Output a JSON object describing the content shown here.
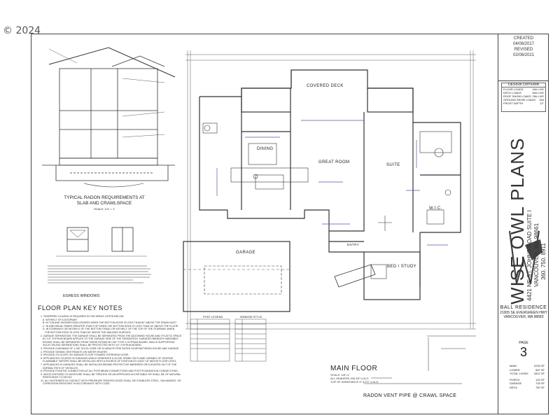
{
  "watermark": {
    "copyright": "© 2024"
  },
  "title_block": {
    "created_label": "CREATED",
    "created_date": "04/08/2017",
    "revised_label": "REVISED",
    "revised_date": "02/08/2021",
    "criteria_title": "DESIGN CRITERIA",
    "criteria": [
      {
        "label": "FLOOR LOADS",
        "value": "40# LIVE"
      },
      {
        "label": "DECK LOADS",
        "value": "60# LIVE"
      },
      {
        "label": "ROOF SNOW LOADS",
        "value": "25# LIVE"
      },
      {
        "label": "GROUND SNOW LOADS",
        "value": "25#"
      },
      {
        "label": "FROST DEPTH",
        "value": "12\""
      }
    ],
    "company": "WISE OWL PLANS",
    "company_address_1": "4421 NE ST. JOHNS ROAD SUITE I",
    "company_address_2": "VANCOUVER, WA 98661",
    "company_phone": "360. 750. 8911",
    "project_name": "BALL RESIDENCE",
    "project_address_1": "21005 SE EVERGREEN HWY",
    "project_address_2": "VANCOUVER, WA 98683",
    "page_label": "PAGE",
    "page_number": "3",
    "areas": [
      {
        "label": "MAIN",
        "value": "2225 SF"
      },
      {
        "label": "LOWER",
        "value": "587 SF"
      },
      {
        "label": "TOTAL LIVING",
        "value": "2812 SF"
      },
      {
        "label": "PORCH",
        "value": "120 SF"
      },
      {
        "label": "GARAGE",
        "value": "725 SF"
      },
      {
        "label": "DECK",
        "value": "750 SF"
      }
    ]
  },
  "plan": {
    "rooms": {
      "covered_deck": "COVERED DECK",
      "dining": "DINING",
      "great_room": "GREAT ROOM",
      "suite": "SUITE",
      "wic": "W.I.C.",
      "garage": "GARAGE",
      "bed_study": "BED / STUDY",
      "entry": "ENTRY"
    },
    "main_title": "MAIN FLOOR",
    "main_scale": "SCALE: 1/8\"=1'",
    "main_note_1": "ALL HEADERS 4X8 DF U.N.O.",
    "main_note_2": "TOP OF WINDOWS 8'-0\" A.F.F. U.N.O.",
    "radon_title": "RADON VENT PIPE @ CRAWL SPACE",
    "section_caption_1": "TYPICAL RADON REQUIREMENTS AT",
    "section_caption_2": "SLAB AND CRAWLSPACE",
    "section_scale": "SCALE: 1/4\" = 1'",
    "egress_label": "EGRESS WINDOWS",
    "post_legend_title": "POST LEGEND",
    "window_legend_title": "WINDOW STYLE"
  },
  "notes": {
    "title": "FLOOR PLAN KEY NOTES",
    "items": [
      "1. TEMPERED GLAZING IS REQUIRED IN THE AREAS LISTED BELOW:",
      "   A. WITHIN 2' OF A DOORWAY",
      "   B. IN TUB AND SHOWER ENCLOSURES WHEN THE BOTTOM EDGE IS LESS THAN 60\" ABOVE THE DRAIN INLET",
      "   C. IN INDIVIDUAL PANES GREATER THAN 9 SF WHEN THE BOTTOM EDGE IS LESS THAN 18\" ABOVE THE FLOOR",
      "   D. IN STAIRWAYS OR WITHIN 5' OF THE BOTTOM TREAD OR WITHIN 3' OF THE TOP OF THE STAIRWAY WHEN",
      "      THE BOTTOM EDGE IS LESS THAN 60\" ABOVE THE WALKING SURFACE",
      "2. GARAGE SEPARATION: THE GARAGE SHALL BE SEPARATED FROM THE ADJOINING HOUSE AND ITS ATTIC SPACE",
      "   BY 1/2\" GYPSUM BOARD APPLIED TO THE GARAGE SIDE OF THE SEPARATION. GARAGES BENEATH HABITABLE",
      "   ROOMS SHALL BE SEPARATED FROM THESE ROOMS BY 5/8\" TYPE X GYPSUM BOARD. WALLS SUPPORTING",
      "   SUCH CEILING SEPARATIONS SHALL BE PROTECTED WITH 1/2\" GYPSUM BOARD.",
      "3. PROVIDE A MINIMUM OF 1-3/8\" SOLID CORE OR 20 MINUTE FIRE RATED DOOR BETWEEN HOUSE AND GARAGE.",
      "4. PROVIDE SEISMIC RESTRAINTS ON WATER HEATER.",
      "5. PROVIDE 2% SLOPE ON GARAGE FLOOR TOWARD OVERHEAD DOOR.",
      "6. APPLIANCES LOCATED IN GARAGES WHICH GENERATE A GLOW, SPARK OR FLAME CAPABLE OF IGNITING",
      "   FLAMMABLE VAPORS SHALL BE INSTALLED WITH A SOURCE OF IGNITION AT LEAST 18\" ABOVE FLOOR LEVEL.",
      "7. APPLIANCES IN GARAGES SHALL BE INSTALLED BEHIND PROTECTIVE BARRIERS OR ELEVATED OUT OF THE",
      "   NORMAL PATH OF VEHICLES.",
      "8. PROVIDE POSITIVE CONNECTION AT ALL POST/BEAM CONNECTIONS AND POST/FOUNDATION CONNECTIONS.",
      "9. WOOD EXPOSED TO MOISTURE SHALL BE TREATED OR AN APPROVED ACCEPTABLE OR SHALL BE OF NATURAL",
      "   RESISTANCE TO DECAY.",
      "10. ALL FASTENERS IN CONTACT WITH PRESSURE TREATED WOOD SHALL BE STAINLESS STEEL, GALVANIZED, OR",
      "   CORROSION RESISTANT IN ACCORDANCE WITH CODE."
    ]
  },
  "colors": {
    "line": "#333333",
    "accent": "#5a4fa8",
    "grid": "#777777"
  }
}
